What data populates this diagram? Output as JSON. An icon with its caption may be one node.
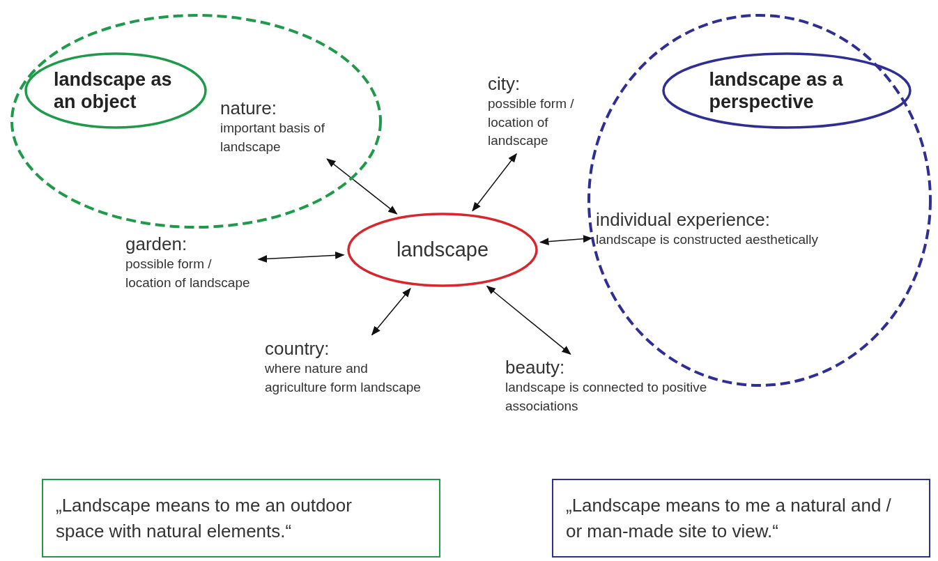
{
  "diagram": {
    "nodes": [
      {
        "text": [],
        "shape": "ellipse"
      },
      {
        "text": [
          "landscape as an object"
        ],
        "in": 0
      },
      {
        "text": [
          "nature:",
          "important basis of landscape"
        ],
        "in": 0
      },
      {
        "text": [
          "city:",
          "possible form / location of landscape"
        ]
      },
      {
        "text": [],
        "shape": "ellipse"
      },
      {
        "text": [
          "landscape as a perspective"
        ],
        "in": 4
      },
      {
        "text": [
          "garden:",
          "possible form / location of landscape"
        ]
      },
      {
        "text": [
          "landscape"
        ]
      },
      {
        "text": [
          "individual experience:",
          "landscape is constructed aesthetically"
        ],
        "in": 4
      },
      {
        "text": [
          "country:",
          "where nature and agriculture form landscape"
        ]
      },
      {
        "text": [
          "beauty:",
          "landscape is connected to positive associations"
        ]
      },
      {
        "text": [
          "„Landscape means to me an outdoor space with natural elements.“"
        ]
      },
      {
        "text": [
          "„Landscape means to me a natural and / or man-made site to view.“"
        ]
      }
    ],
    "edges": [
      {
        "from": 2,
        "to": 7,
        "arrow": "both"
      },
      {
        "from": 3,
        "to": 7,
        "arrow": "both"
      },
      {
        "from": 6,
        "to": 7,
        "arrow": "both"
      },
      {
        "from": 8,
        "to": 7,
        "arrow": "both"
      },
      {
        "from": 9,
        "to": 7,
        "arrow": "both"
      },
      {
        "from": 10,
        "to": 7,
        "arrow": "both"
      }
    ]
  }
}
